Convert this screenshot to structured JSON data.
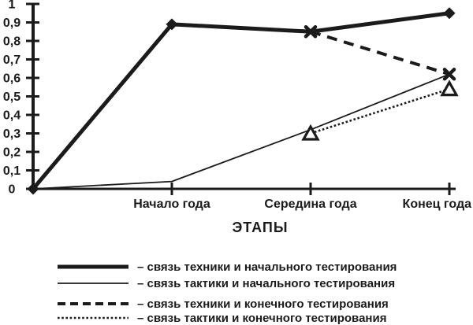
{
  "chart_data": {
    "type": "line",
    "xlabel": "ЭТАПЫ",
    "background_color": "#ffffff",
    "ink_color": "#1b1b1b",
    "grid": false,
    "legend_position": "bottom",
    "categories": [
      "",
      "Начало года",
      "Середина года",
      "Конец года"
    ],
    "x_tick_labels": [
      "Начало года",
      "Середина года",
      "Конец года"
    ],
    "ylim": [
      0,
      1
    ],
    "y_tick_values": [
      0,
      0.1,
      0.2,
      0.3,
      0.4,
      0.5,
      0.6,
      0.7,
      0.8,
      0.9,
      1
    ],
    "y_tick_labels": [
      "0",
      "0,1",
      "0,2",
      "0,3",
      "0,4",
      "0,5",
      "0,6",
      "0,7",
      "0,8",
      "0,9",
      "1"
    ],
    "series": [
      {
        "name": "связь техники и начального тестирования",
        "style": "thick-solid",
        "marker": "diamond",
        "marker_indices": [
          0,
          1,
          3
        ],
        "values": [
          0,
          0.89,
          0.85,
          0.95
        ]
      },
      {
        "name": "связь тактики и начального тестирования",
        "style": "thin-solid",
        "marker": "none",
        "marker_indices": [],
        "values": [
          0,
          0.04,
          0.32,
          0.62
        ]
      },
      {
        "name": "связь техники и конечного тестирования",
        "style": "dashed",
        "marker": "x",
        "marker_indices": [
          2,
          3
        ],
        "values": [
          null,
          null,
          0.85,
          0.62
        ]
      },
      {
        "name": "связь тактики и конечного тестирования",
        "style": "dotted",
        "marker": "triangle-open",
        "marker_indices": [
          2,
          3
        ],
        "values": [
          null,
          null,
          0.3,
          0.54
        ]
      }
    ],
    "legend": [
      {
        "label": "– связь техники и начального тестирования",
        "style": "thick-solid"
      },
      {
        "label": "– связь тактики и начального тестирования",
        "style": "thin-solid"
      },
      {
        "label": "– связь техники и конечного тестирования",
        "style": "dashed"
      },
      {
        "label": "– связь тактики и конечного тестирования",
        "style": "dotted"
      }
    ]
  }
}
